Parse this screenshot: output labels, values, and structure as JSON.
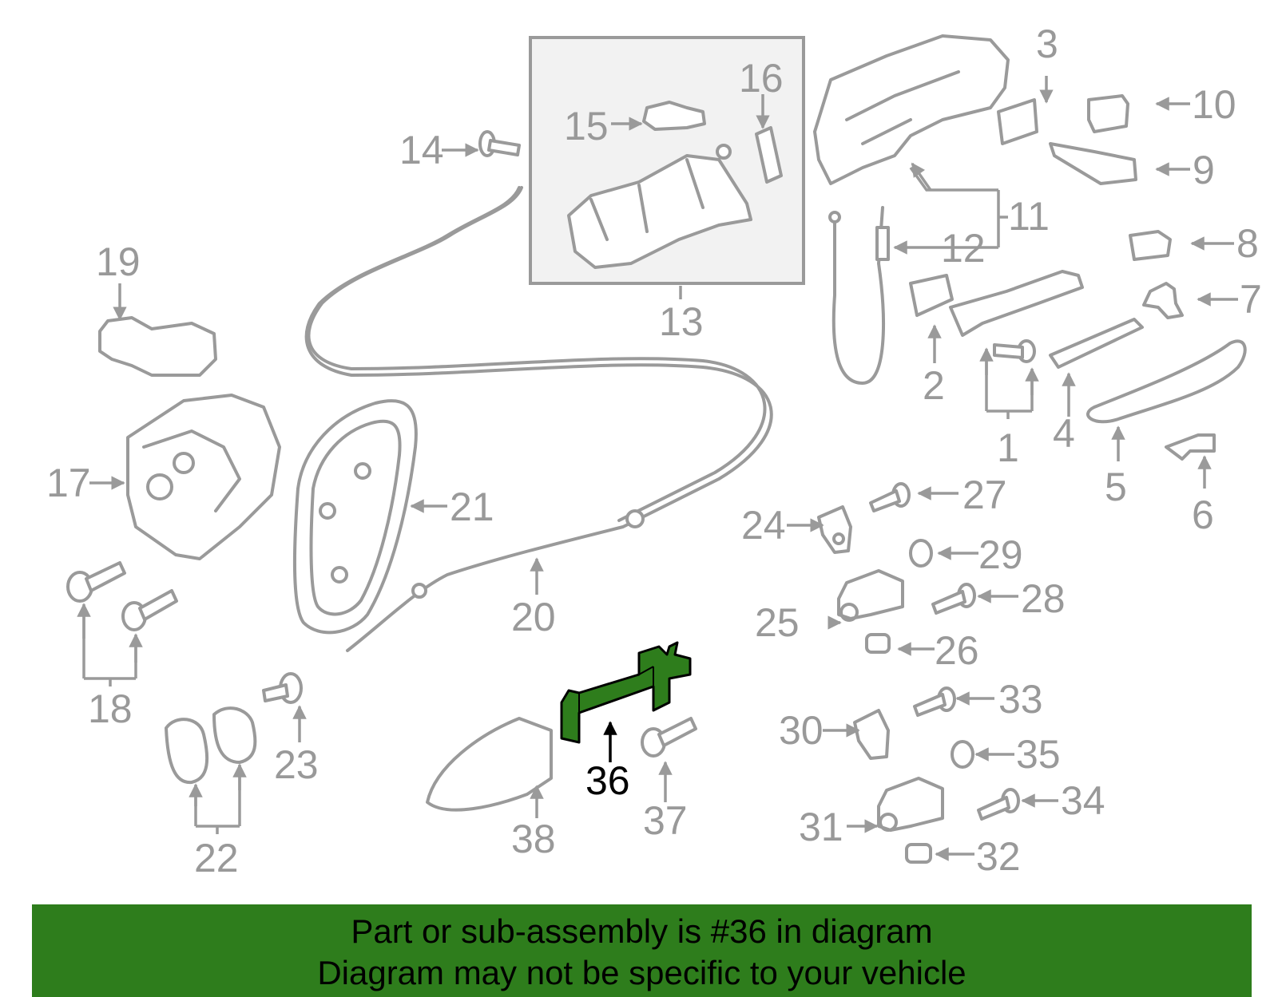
{
  "highlight_color": "#2e7d1c",
  "highlighted_part": "36",
  "callouts": {
    "c1": "1",
    "c2": "2",
    "c3": "3",
    "c4": "4",
    "c5": "5",
    "c6": "6",
    "c7": "7",
    "c8": "8",
    "c9": "9",
    "c10": "10",
    "c11": "11",
    "c12": "12",
    "c13": "13",
    "c14": "14",
    "c15": "15",
    "c16": "16",
    "c17": "17",
    "c18": "18",
    "c19": "19",
    "c20": "20",
    "c21": "21",
    "c22": "22",
    "c23": "23",
    "c24": "24",
    "c25": "25",
    "c26": "26",
    "c27": "27",
    "c28": "28",
    "c29": "29",
    "c30": "30",
    "c31": "31",
    "c32": "32",
    "c33": "33",
    "c34": "34",
    "c35": "35",
    "c36": "36",
    "c37": "37",
    "c38": "38"
  },
  "banner": {
    "line1": "Part or sub-assembly is #36 in diagram",
    "line2": "Diagram may not be specific to your vehicle"
  }
}
